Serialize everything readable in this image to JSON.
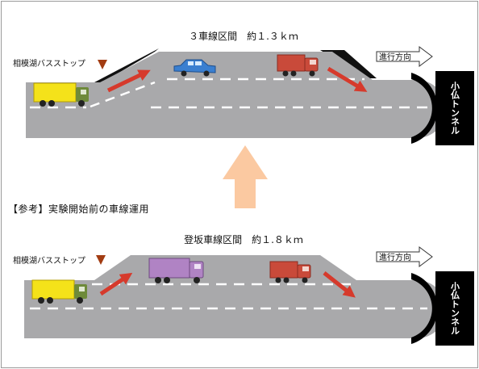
{
  "top": {
    "title": "３車線区間　約１.３ｋｍ",
    "bus_stop": "相模湖バスストップ",
    "direction": "進行方向",
    "tunnel": "小仏トンネル"
  },
  "reference_heading": "【参考】実験開始前の車線運用",
  "bottom": {
    "title": "登坂車線区間　約１.８ｋｍ",
    "bus_stop": "相模湖バスストップ",
    "direction": "進行方向",
    "tunnel": "小仏トンネル"
  },
  "colors": {
    "road": "#a9a9ab",
    "arrow": "#d63a2c",
    "big_up_arrow": "#fbc9a1",
    "bus_stop_marker": "#a23c12",
    "yellow_truck": "#f4e21a",
    "green_cab": "#6e8a3a",
    "blue_car": "#3a7fd0",
    "red_truck": "#c94a3a",
    "purple_truck": "#b083c4",
    "tunnel": "#000000"
  }
}
